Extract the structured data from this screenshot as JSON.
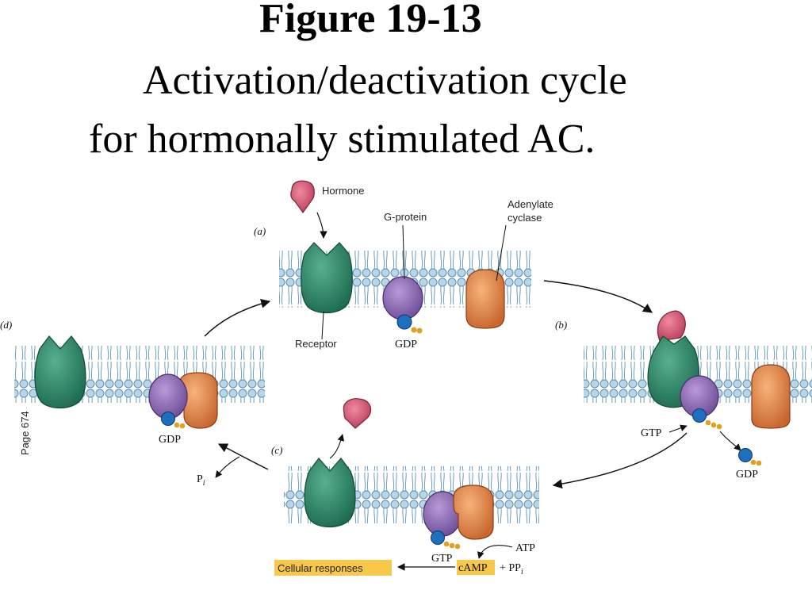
{
  "title": {
    "line1": "Figure 19-13",
    "line2": "Activation/deactivation cycle",
    "line3": "for hormonally stimulated AC."
  },
  "panels": {
    "a": "(a)",
    "b": "(b)",
    "c": "(c)",
    "d": "(d)"
  },
  "labels": {
    "hormone": "Hormone",
    "g_protein": "G-protein",
    "adenylate_1": "Adenylate",
    "adenylate_2": "cyclase",
    "receptor": "Receptor",
    "gdp_a": "GDP",
    "gtp_b": "GTP",
    "gdp_b": "GDP",
    "gtp_c": "GTP",
    "atp": "ATP",
    "camp": "cAMP",
    "plus_ppi": "+  PP",
    "ppi_sub": "i",
    "cellular": "Cellular responses",
    "pi": "P",
    "pi_sub": "i",
    "gdp_d": "GDP",
    "page": "Page 674"
  },
  "colors": {
    "receptor": "#2e8a6a",
    "gprotein": "#8e6bb8",
    "cyclase": "#e28a4e",
    "hormone": "#d95c78",
    "membrane": "#9cc4dc",
    "gtp_ball": "#1f6fbf",
    "phosphate": "#e0a020",
    "highlight": "#f7c84b"
  },
  "icons": [
    "receptor-icon",
    "g-protein-icon",
    "adenylate-cyclase-icon",
    "hormone-icon",
    "gdp-icon",
    "gtp-icon"
  ]
}
